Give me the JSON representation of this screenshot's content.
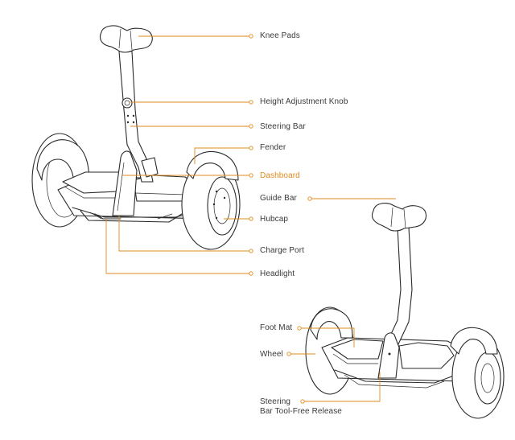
{
  "labels": {
    "knee_pads": "Knee Pads",
    "height_adjustment_knob": "Height Adjustment Knob",
    "steering_bar": "Steering Bar",
    "fender": "Fender",
    "dashboard": "Dashboard",
    "guide_bar": "Guide Bar",
    "hubcap": "Hubcap",
    "charge_port": "Charge Port",
    "headlight": "Headlight",
    "foot_mat": "Foot Mat",
    "wheel": "Wheel",
    "steering_release_line1": "Steering",
    "steering_release_line2": "Bar Tool-Free Release"
  },
  "colors": {
    "accent": "#e08a1e",
    "line_art": "#2a2a2a",
    "text": "#3a3a3a"
  }
}
